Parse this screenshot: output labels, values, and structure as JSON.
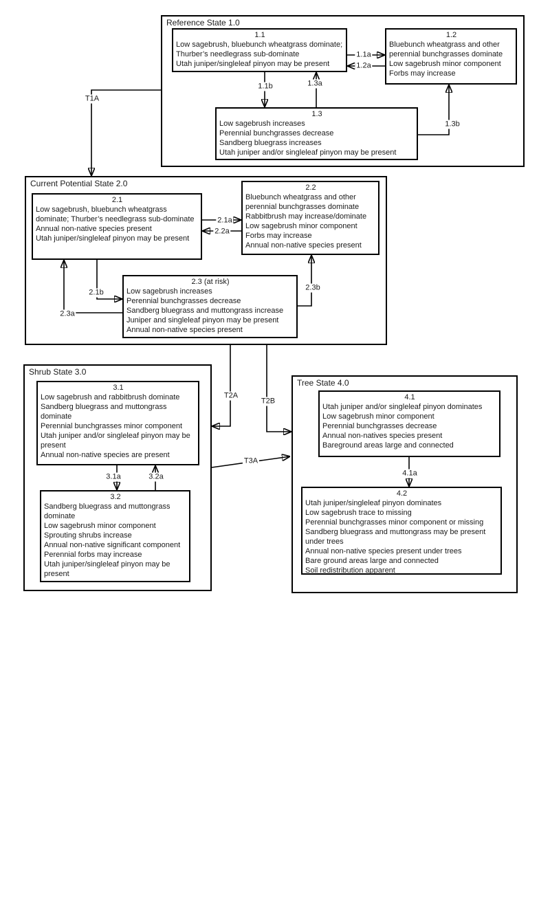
{
  "colors": {
    "background": "#ffffff",
    "line": "#000000",
    "text": "#1a1a1a"
  },
  "diagram_type": "state-and-transition-model",
  "states": [
    {
      "title": "Reference State 1.0",
      "communities": [
        {
          "id": "1.1",
          "lines": [
            "Low sagebrush, bluebunch wheatgrass dominate; Thurber’s needlegrass sub-dominate",
            "Utah juniper/singleleaf pinyon may be present"
          ]
        },
        {
          "id": "1.2",
          "lines": [
            "Bluebunch wheatgrass and other perennial bunchgrasses dominate",
            "Low sagebrush minor component",
            "Forbs may increase"
          ]
        },
        {
          "id": "1.3",
          "lines": [
            "Low sagebrush increases",
            "Perennial bunchgrasses decrease",
            "Sandberg bluegrass increases",
            "Utah juniper and/or singleleaf pinyon may be present"
          ]
        }
      ]
    },
    {
      "title": "Current Potential State 2.0",
      "communities": [
        {
          "id": "2.1",
          "lines": [
            "Low sagebrush, bluebunch wheatgrass dominate; Thurber’s needlegrass sub-dominate",
            "Annual non-native species present",
            "Utah juniper/singleleaf pinyon may be present"
          ]
        },
        {
          "id": "2.2",
          "lines": [
            "Bluebunch wheatgrass and other perennial bunchgrasses dominate",
            "Rabbitbrush may increase/dominate",
            "Low sagebrush minor component",
            "Forbs may increase",
            "Annual non-native species present"
          ]
        },
        {
          "id": "2.3 (at risk)",
          "lines": [
            "Low sagebrush increases",
            "Perennial bunchgrasses decrease",
            "Sandberg bluegrass and muttongrass increase",
            "Juniper and singleleaf pinyon may be present",
            "Annual non-native species present"
          ]
        }
      ]
    },
    {
      "title": "Shrub State 3.0",
      "communities": [
        {
          "id": "3.1",
          "lines": [
            "Low sagebrush and rabbitbrush dominate",
            "Sandberg bluegrass and muttongrass dominate",
            "Perennial bunchgrasses minor component",
            "Utah juniper and/or singleleaf pinyon may be present",
            "Annual non-native species are present"
          ]
        },
        {
          "id": "3.2",
          "lines": [
            "Sandberg bluegrass and muttongrass dominate",
            "Low sagebrush minor component",
            "Sprouting shrubs increase",
            "Annual non-native significant component",
            "Perennial forbs may increase",
            "Utah juniper/singleleaf pinyon may be present"
          ]
        }
      ]
    },
    {
      "title": "Tree State 4.0",
      "communities": [
        {
          "id": "4.1",
          "lines": [
            "Utah juniper and/or singleleaf pinyon dominates",
            "Low sagebrush minor component",
            "Perennial bunchgrasses decrease",
            "Annual non-natives species present",
            "Bareground areas large and connected"
          ]
        },
        {
          "id": "4.2",
          "lines": [
            "Utah juniper/singleleaf pinyon dominates",
            "Low sagebrush trace to missing",
            "Perennial bunchgrasses minor component or missing",
            "Sandberg bluegrass and muttongrass may be present under trees",
            "Annual non-native species present under trees",
            "Bare ground areas large and connected",
            "Soil redistribution apparent"
          ]
        }
      ]
    }
  ],
  "pathways": [
    {
      "label": "1.1a",
      "from": "1.1",
      "to": "1.2"
    },
    {
      "label": "1.2a",
      "from": "1.2",
      "to": "1.1"
    },
    {
      "label": "1.1b",
      "from": "1.1",
      "to": "1.3"
    },
    {
      "label": "1.3a",
      "from": "1.3",
      "to": "1.1"
    },
    {
      "label": "1.3b",
      "from": "1.3",
      "to": "1.2"
    },
    {
      "label": "2.1a",
      "from": "2.1",
      "to": "2.2"
    },
    {
      "label": "2.2a",
      "from": "2.2",
      "to": "2.1"
    },
    {
      "label": "2.1b",
      "from": "2.1",
      "to": "2.3"
    },
    {
      "label": "2.3a",
      "from": "2.3",
      "to": "2.1"
    },
    {
      "label": "2.3b",
      "from": "2.3",
      "to": "2.2"
    },
    {
      "label": "3.1a",
      "from": "3.1",
      "to": "3.2"
    },
    {
      "label": "3.2a",
      "from": "3.2",
      "to": "3.1"
    },
    {
      "label": "4.1a",
      "from": "4.1",
      "to": "4.2"
    }
  ],
  "transitions": [
    {
      "label": "T1A",
      "from": "Reference State 1.0",
      "to": "Current Potential State 2.0"
    },
    {
      "label": "T2A",
      "from": "Current Potential State 2.0",
      "to": "Shrub State 3.0"
    },
    {
      "label": "T2B",
      "from": "Current Potential State 2.0",
      "to": "Tree State 4.0"
    },
    {
      "label": "T3A",
      "from": "Shrub State 3.0",
      "to": "Tree State 4.0"
    }
  ]
}
